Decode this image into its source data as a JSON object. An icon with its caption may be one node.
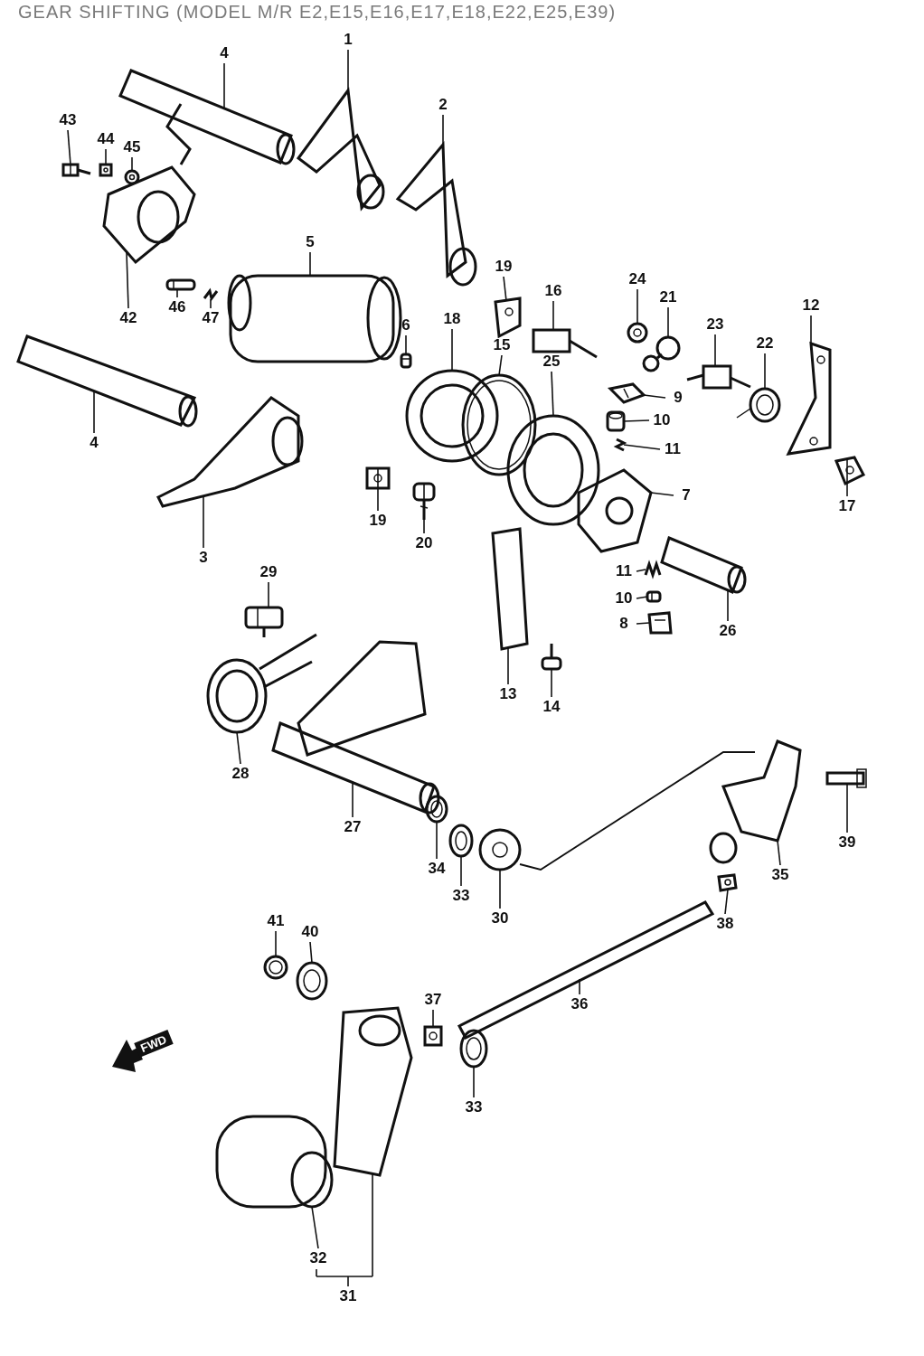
{
  "diagram": {
    "title": "GEAR SHIFTING (MODEL M/R E2,E15,E16,E17,E18,E22,E25,E39)",
    "nodes": [
      {
        "text": [
          "1"
        ]
      },
      {
        "text": [
          "4"
        ]
      },
      {
        "text": [
          "2"
        ]
      },
      {
        "text": [
          "43"
        ]
      },
      {
        "text": [
          "44"
        ]
      },
      {
        "text": [
          "45"
        ]
      },
      {
        "text": [
          "5"
        ]
      },
      {
        "text": [
          "19"
        ]
      },
      {
        "text": [
          "16"
        ]
      },
      {
        "text": [
          "24"
        ]
      },
      {
        "text": [
          "21"
        ]
      },
      {
        "text": [
          "12"
        ]
      },
      {
        "text": [
          "42"
        ]
      },
      {
        "text": [
          "46"
        ]
      },
      {
        "text": [
          "47"
        ]
      },
      {
        "text": [
          "18"
        ]
      },
      {
        "text": [
          "23"
        ]
      },
      {
        "text": [
          "6"
        ]
      },
      {
        "text": [
          "22"
        ]
      },
      {
        "text": [
          "15"
        ]
      },
      {
        "text": [
          "25"
        ]
      },
      {
        "text": [
          "9"
        ]
      },
      {
        "text": [
          "10"
        ]
      },
      {
        "text": [
          "4"
        ]
      },
      {
        "text": [
          "11"
        ]
      },
      {
        "text": [
          "7"
        ]
      },
      {
        "text": [
          "17"
        ]
      },
      {
        "text": [
          "19"
        ]
      },
      {
        "text": [
          "20"
        ]
      },
      {
        "text": [
          "3"
        ]
      },
      {
        "text": [
          "29"
        ]
      },
      {
        "text": [
          "11"
        ]
      },
      {
        "text": [
          "10"
        ]
      },
      {
        "text": [
          "8"
        ]
      },
      {
        "text": [
          "26"
        ]
      },
      {
        "text": [
          "13"
        ]
      },
      {
        "text": [
          "14"
        ]
      },
      {
        "text": [
          "28"
        ]
      },
      {
        "text": [
          "27"
        ]
      },
      {
        "text": [
          "39"
        ]
      },
      {
        "text": [
          "34"
        ]
      },
      {
        "text": [
          "35"
        ]
      },
      {
        "text": [
          "33"
        ]
      },
      {
        "text": [
          "30"
        ]
      },
      {
        "text": [
          "41"
        ]
      },
      {
        "text": [
          "38"
        ]
      },
      {
        "text": [
          "40"
        ]
      },
      {
        "text": [
          "37"
        ]
      },
      {
        "text": [
          "36"
        ]
      },
      {
        "text": [
          "33"
        ]
      },
      {
        "text": [
          "32"
        ]
      },
      {
        "text": [
          "31"
        ]
      },
      {
        "text": [],
        "shape": "picture"
      },
      {
        "text": [],
        "shape": "picture"
      },
      {
        "text": [],
        "shape": "picture"
      },
      {
        "text": [],
        "shape": "picture"
      },
      {
        "text": [],
        "shape": "picture"
      },
      {
        "text": [],
        "shape": "picture"
      },
      {
        "text": [],
        "shape": "picture"
      },
      {
        "text": [],
        "shape": "picture"
      },
      {
        "text": [],
        "shape": "picture"
      },
      {
        "text": [],
        "shape": "picture"
      },
      {
        "text": [],
        "shape": "picture"
      },
      {
        "text": [],
        "shape": "picture"
      },
      {
        "text": [],
        "shape": "picture"
      },
      {
        "text": [],
        "shape": "picture"
      },
      {
        "text": [],
        "shape": "picture"
      },
      {
        "text": [],
        "shape": "picture"
      },
      {
        "text": [],
        "shape": "picture"
      },
      {
        "text": [],
        "shape": "picture"
      },
      {
        "text": [],
        "shape": "picture"
      },
      {
        "text": [],
        "shape": "picture"
      },
      {
        "text": [],
        "shape": "picture"
      },
      {
        "text": [],
        "shape": "picture"
      },
      {
        "text": [],
        "shape": "picture"
      },
      {
        "text": [],
        "shape": "picture"
      },
      {
        "text": [],
        "shape": "picture"
      },
      {
        "text": [],
        "shape": "picture"
      },
      {
        "text": [],
        "shape": "picture"
      },
      {
        "text": [],
        "shape": "picture"
      },
      {
        "text": [],
        "shape": "picture"
      },
      {
        "text": [],
        "shape": "picture"
      },
      {
        "text": [],
        "shape": "picture"
      },
      {
        "text": [],
        "shape": "picture"
      },
      {
        "text": [],
        "shape": "picture"
      },
      {
        "text": [],
        "shape": "picture"
      },
      {
        "text": [],
        "shape": "picture"
      },
      {
        "text": [],
        "shape": "picture"
      },
      {
        "text": [],
        "shape": "picture"
      },
      {
        "text": [],
        "shape": "picture"
      },
      {
        "text": [],
        "shape": "picture"
      },
      {
        "text": [],
        "shape": "picture"
      },
      {
        "text": [],
        "shape": "picture"
      },
      {
        "text": [],
        "shape": "picture"
      },
      {
        "text": [],
        "shape": "picture"
      },
      {
        "text": [],
        "shape": "picture"
      },
      {
        "text": [],
        "shape": "picture"
      },
      {
        "text": [],
        "shape": "picture"
      },
      {
        "text": [],
        "shape": "picture"
      },
      {
        "text": [],
        "shape": "picture"
      },
      {
        "text": [],
        "shape": "picture"
      },
      {
        "text": [],
        "shape": "picture"
      },
      {
        "text": [],
        "shape": "picture"
      },
      {
        "text": [],
        "shape": "picture"
      }
    ],
    "edges": [
      {
        "from": 0,
        "to": 52,
        "arrow": "none"
      },
      {
        "from": 1,
        "to": 53,
        "arrow": "none"
      },
      {
        "from": 2,
        "to": 54,
        "arrow": "none"
      },
      {
        "from": 3,
        "to": 55,
        "arrow": "none"
      },
      {
        "from": 4,
        "to": 56,
        "arrow": "none"
      },
      {
        "from": 5,
        "to": 57,
        "arrow": "none"
      },
      {
        "from": 6,
        "to": 58,
        "arrow": "none"
      },
      {
        "from": 7,
        "to": 59,
        "arrow": "none"
      },
      {
        "from": 8,
        "to": 60,
        "arrow": "none"
      },
      {
        "from": 9,
        "to": 61,
        "arrow": "none"
      },
      {
        "from": 10,
        "to": 62,
        "arrow": "none"
      },
      {
        "from": 11,
        "to": 63,
        "arrow": "none"
      },
      {
        "from": 12,
        "to": 64,
        "arrow": "none"
      },
      {
        "from": 13,
        "to": 65,
        "arrow": "none"
      },
      {
        "from": 14,
        "to": 66,
        "arrow": "none"
      },
      {
        "from": 15,
        "to": 67,
        "arrow": "none"
      },
      {
        "from": 16,
        "to": 68,
        "arrow": "none"
      },
      {
        "from": 17,
        "to": 69,
        "arrow": "none"
      },
      {
        "from": 18,
        "to": 70,
        "arrow": "none"
      },
      {
        "from": 19,
        "to": 71,
        "arrow": "none"
      },
      {
        "from": 20,
        "to": 72,
        "arrow": "none"
      },
      {
        "from": 21,
        "to": 73,
        "arrow": "none"
      },
      {
        "from": 22,
        "to": 74,
        "arrow": "none"
      },
      {
        "from": 23,
        "to": 75,
        "arrow": "none"
      },
      {
        "from": 24,
        "to": 76,
        "arrow": "none"
      },
      {
        "from": 25,
        "to": 77,
        "arrow": "none"
      },
      {
        "from": 26,
        "to": 78,
        "arrow": "none"
      },
      {
        "from": 27,
        "to": 79,
        "arrow": "none"
      },
      {
        "from": 28,
        "to": 80,
        "arrow": "none"
      },
      {
        "from": 29,
        "to": 81,
        "arrow": "none"
      },
      {
        "from": 30,
        "to": 82,
        "arrow": "none"
      },
      {
        "from": 31,
        "to": 83,
        "arrow": "none"
      },
      {
        "from": 32,
        "to": 84,
        "arrow": "none"
      },
      {
        "from": 33,
        "to": 85,
        "arrow": "none"
      },
      {
        "from": 34,
        "to": 86,
        "arrow": "none"
      },
      {
        "from": 35,
        "to": 87,
        "arrow": "none"
      },
      {
        "from": 36,
        "to": 88,
        "arrow": "none"
      },
      {
        "from": 37,
        "to": 89,
        "arrow": "none"
      },
      {
        "from": 38,
        "to": 90,
        "arrow": "none"
      },
      {
        "from": 39,
        "to": 91,
        "arrow": "none"
      },
      {
        "from": 40,
        "to": 92,
        "arrow": "none"
      },
      {
        "from": 41,
        "to": 93,
        "arrow": "none"
      },
      {
        "from": 42,
        "to": 94,
        "arrow": "none"
      },
      {
        "from": 43,
        "to": 95,
        "arrow": "none"
      },
      {
        "from": 44,
        "to": 96,
        "arrow": "none"
      },
      {
        "from": 45,
        "to": 97,
        "arrow": "none"
      },
      {
        "from": 46,
        "to": 98,
        "arrow": "none"
      },
      {
        "from": 47,
        "to": 99,
        "arrow": "none"
      },
      {
        "from": 48,
        "to": 100,
        "arrow": "none"
      },
      {
        "from": 49,
        "to": 101,
        "arrow": "none"
      },
      {
        "from": 50,
        "to": 102,
        "arrow": "none"
      },
      {
        "from": 51,
        "to": 103,
        "arrow": "none"
      },
      {
        "from": 51,
        "to": 50,
        "arrow": "none"
      }
    ],
    "labels": [
      "FWD"
    ]
  }
}
